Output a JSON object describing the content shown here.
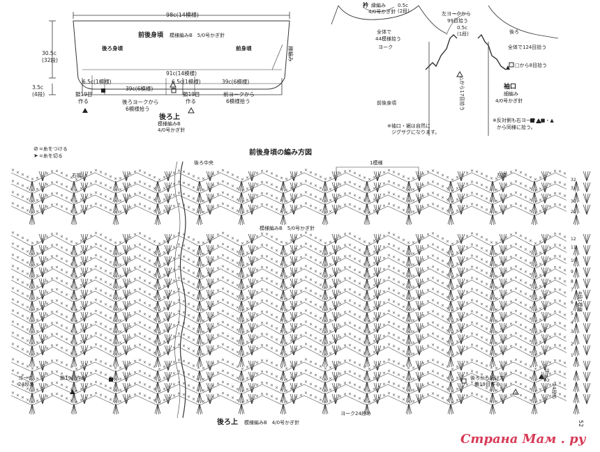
{
  "top_left": {
    "width_top": "98c(14模様)",
    "title": "前後身頃",
    "pattern": "模様編みB　5/0号かぎ針",
    "back_label": "後ろ身頃",
    "front_label": "前身頃",
    "height_main": "30.5c",
    "height_main_rows": "(32段)",
    "height_small": "3.5c",
    "height_small_rows": "(4段)",
    "band": "縁編み",
    "width_bottom": "91c(14模様)",
    "w_left": "6.5c(1模様)",
    "w_mid_left": "39c(6模様)",
    "w_mid2": "6.5c(1模様)",
    "w_right": "39c(6模様)",
    "chain_left_1": "鎖19目",
    "chain_left_2": "作る",
    "chain_mid_1": "鎖19目",
    "chain_mid_2": "作る",
    "pickup_back_1": "後ろヨークから",
    "pickup_back_2": "6模様拾う",
    "pickup_front_1": "前ヨークから",
    "pickup_front_2": "6模様拾う",
    "back_upper": "後ろ上",
    "back_upper_pattern": "模様編みB",
    "back_upper_hook": "4/0号かぎ針"
  },
  "top_right": {
    "collar": "衿",
    "collar_pattern": "縁編み",
    "collar_hook": "4/0号かぎ針",
    "collar_w": "0.5c",
    "collar_rows": "(2段)",
    "whole_1": "全体で",
    "whole_2": "44模様拾う",
    "yoke": "ヨーク",
    "left_yoke_1": "左ヨークから",
    "left_yoke_2": "99目拾う",
    "cuff_w": "0.5c",
    "cuff_rows": "(1段)",
    "back": "後ろ",
    "total_124": "全体で124目拾う",
    "pickup_8": "□から8目拾う",
    "pickup_17": "△から17目拾う",
    "front_body": "前後身頃",
    "sleeve": "袖口",
    "sleeve_pattern": "細編み",
    "sleeve_hook": "4/0号かぎ針",
    "note_zigzag_1": "※袖口・裾は自然に",
    "note_zigzag_2": "ジグザグになります。",
    "note_sym_1": "※反対側も右ヨーク・■・▲",
    "note_sym_2": "から同様に拾う。"
  },
  "chart": {
    "title": "前後身頃の編み方図",
    "legend_attach": "=糸をつける",
    "legend_cut": "=糸を切る",
    "back_center": "後ろ中央",
    "repeat": "1模様",
    "right_side": "右脇",
    "left_side": "左脇",
    "pattern_label": "模様編みB　5/0号かぎ針",
    "repeat_side": "4段1模様",
    "row_numbers": [
      "32",
      "31",
      "30",
      "29",
      "12",
      "11",
      "10",
      "9",
      "8",
      "7",
      "6",
      "5",
      "4",
      "3",
      "2",
      "1"
    ],
    "yoke_left_1": "ヨーク",
    "yoke_left_2": "24段め",
    "chain_left": "鎖19目作る",
    "cont_1": "後ろから続けて",
    "cont_2": "鎖19目作る",
    "yoke_right_1": "ヨーク",
    "yoke_right_2": "24段め",
    "yoke_bottom": "ヨーク24段め",
    "back_upper": "後ろ上",
    "back_upper_pattern": "模様編みB　4/0号かぎ針",
    "page_number": "52"
  },
  "watermark": "Страна Мам . ру"
}
